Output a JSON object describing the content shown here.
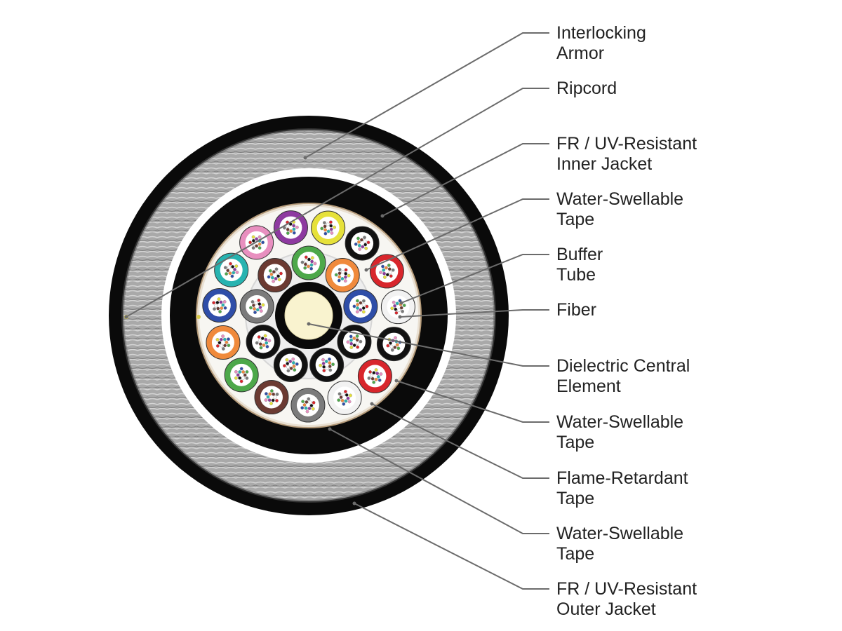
{
  "diagram": {
    "callouts": [
      {
        "id": "interlocking-armor",
        "lines": [
          "Interlocking",
          "Armor"
        ]
      },
      {
        "id": "ripcord",
        "lines": [
          "Ripcord"
        ]
      },
      {
        "id": "inner-jacket",
        "lines": [
          "FR / UV-Resistant",
          "Inner Jacket"
        ]
      },
      {
        "id": "water-swellable-tape-1",
        "lines": [
          "Water-Swellable",
          "Tape"
        ]
      },
      {
        "id": "buffer-tube",
        "lines": [
          "Buffer",
          "Tube"
        ]
      },
      {
        "id": "fiber",
        "lines": [
          "Fiber"
        ]
      },
      {
        "id": "dielectric-central-element",
        "lines": [
          "Dielectric Central",
          "Element"
        ]
      },
      {
        "id": "water-swellable-tape-2",
        "lines": [
          "Water-Swellable",
          "Tape"
        ]
      },
      {
        "id": "flame-retardant-tape",
        "lines": [
          "Flame-Retardant",
          "Tape"
        ]
      },
      {
        "id": "water-swellable-tape-3",
        "lines": [
          "Water-Swellable",
          "Tape"
        ]
      },
      {
        "id": "outer-jacket",
        "lines": [
          "FR / UV-Resistant",
          "Outer Jacket"
        ]
      }
    ],
    "colors": {
      "jacket": "#0a0a0a",
      "armor": "#a9a9a9",
      "tape": "#ffffff",
      "core": "#f7f6f2",
      "central_element": "#f9f3cf",
      "leader_line": "#6b6b6b"
    },
    "buffer_tube_colors": {
      "outer_ring": [
        "#e88fbf",
        "#8e3aa0",
        "#e6e13a",
        "#111111",
        "#d8262c",
        "#f2f2f2",
        "#111111",
        "#d8262c",
        "#f2f2f2",
        "#7b7b7b",
        "#6b3a32",
        "#4da84a",
        "#f08a3c",
        "#2f4ea8",
        "#27b3b0"
      ],
      "inner_ring": [
        "#4da84a",
        "#f08a3c",
        "#2f4ea8",
        "#111111",
        "#111111",
        "#111111",
        "#111111",
        "#7b7b7b",
        "#6b3a32"
      ]
    }
  }
}
